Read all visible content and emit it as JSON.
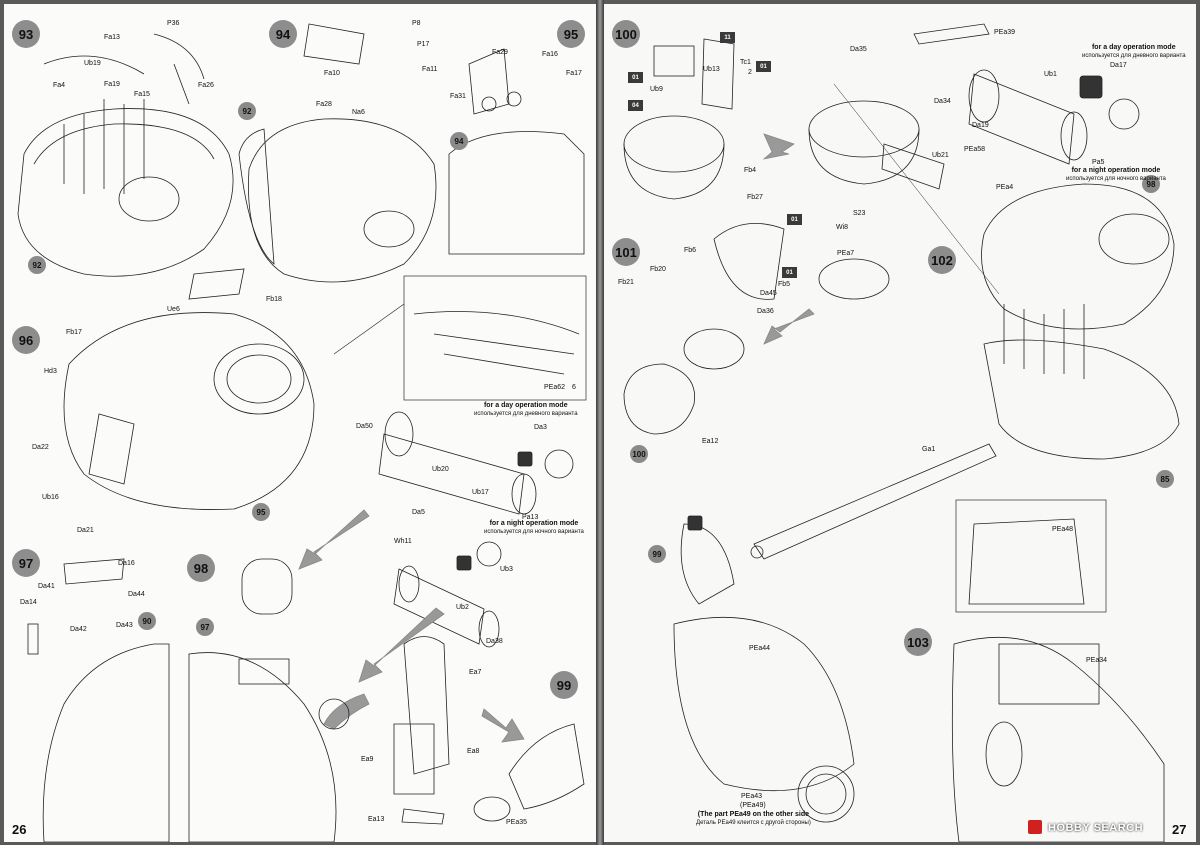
{
  "left_page": {
    "page_number": "26",
    "steps": [
      "93",
      "94",
      "95",
      "96",
      "97",
      "98",
      "99"
    ],
    "refs": [
      "92",
      "92",
      "94",
      "95",
      "90",
      "97"
    ],
    "labels": [
      "P36",
      "Fa13",
      "Ub19",
      "Fa4",
      "Fa19",
      "Fa15",
      "Fa26",
      "P8",
      "P17",
      "Fa10",
      "Fa11",
      "Fa28",
      "Na6",
      "Fa29",
      "Fa16",
      "Fa31",
      "Fa17",
      "Ue6",
      "Fb18",
      "Fb17",
      "Hd3",
      "Da22",
      "Ub16",
      "Da21",
      "PEa62",
      "6",
      "Da50",
      "Ub20",
      "Da3",
      "Ub17",
      "Da5",
      "Pa13",
      "Da16",
      "Da41",
      "Da44",
      "Da14",
      "Da42",
      "Da43",
      "Wh11",
      "Ub3",
      "Ub2",
      "Da38",
      "Ea7",
      "Ea9",
      "Ea8",
      "Ea13",
      "PEa35"
    ],
    "day_note": {
      "en": "for a day operation mode",
      "ru": "используется для дневного варианта"
    },
    "night_note": {
      "en": "for a night operation mode",
      "ru": "используется для ночного варианта"
    }
  },
  "right_page": {
    "page_number": "27",
    "steps": [
      "100",
      "101",
      "102",
      "103"
    ],
    "refs": [
      "98",
      "85",
      "100",
      "99"
    ],
    "boxes": [
      "11",
      "01",
      "01",
      "04",
      "01",
      "01"
    ],
    "labels": [
      "PEa39",
      "Da35",
      "Tc1",
      "Ub13",
      "2",
      "Ub9",
      "Fb4",
      "Da34",
      "Ub21",
      "PEa58",
      "PEa4",
      "Ub1",
      "Da17",
      "Da19",
      "Pa5",
      "Fb27",
      "S23",
      "Wi8",
      "PEa7",
      "Fb6",
      "Fb20",
      "Fb21",
      "Da45",
      "Fb5",
      "Da36",
      "Ea12",
      "Ga1",
      "PEa48",
      "PEa44",
      "PEa43",
      "(PEa49)",
      "PEa34"
    ],
    "day_note": {
      "en": "for a day operation mode",
      "ru": "используется для дневного варианта"
    },
    "night_note": {
      "en": "for a night operation mode",
      "ru": "используется для ночного варианта"
    },
    "pea49_note": {
      "en": "(The part PEa49 on the other side",
      "ru": "Деталь PEa49 клеится с другой стороны)"
    }
  },
  "watermark": "HOBBY SEARCH"
}
